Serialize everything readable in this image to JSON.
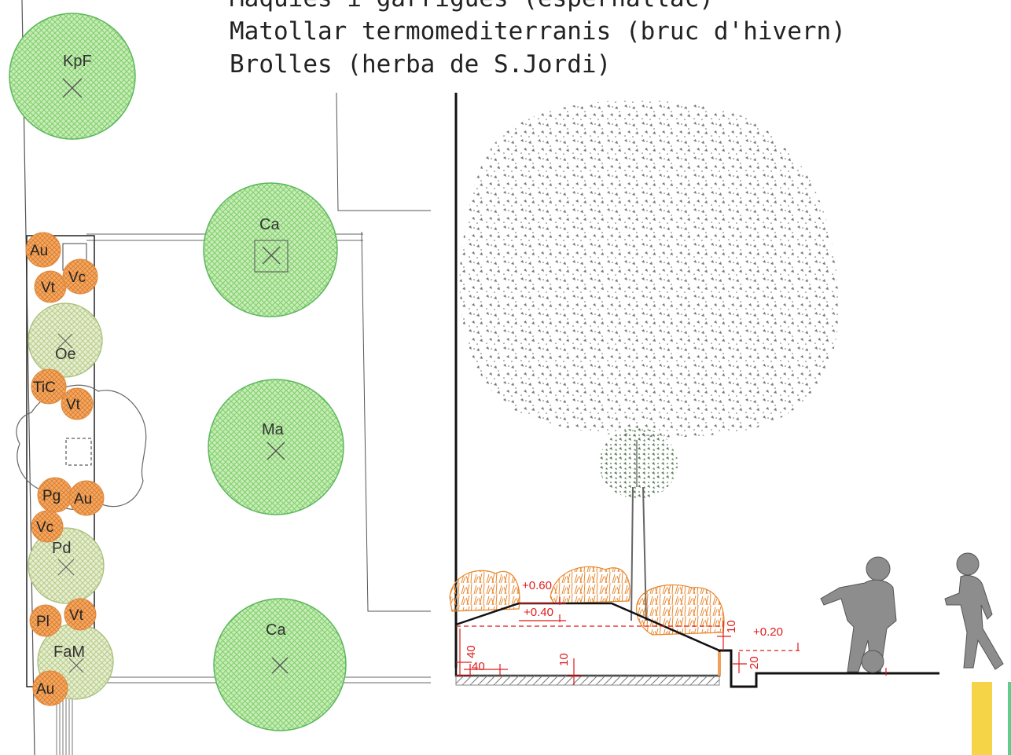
{
  "legend": {
    "lines": [
      "Maquies i garrigues (espernallac)",
      "Matollar termomediterranis (bruc d'hivern)",
      "Brolles (herba de S.Jordi)"
    ]
  },
  "plan": {
    "trees": [
      {
        "label": "KpF",
        "kind": "tree"
      },
      {
        "label": "Ca",
        "kind": "tree"
      },
      {
        "label": "Ma",
        "kind": "tree"
      },
      {
        "label": "Ca",
        "kind": "tree"
      },
      {
        "label": "Oe",
        "kind": "small-tree"
      },
      {
        "label": "Pd",
        "kind": "small-tree"
      },
      {
        "label": "FaM",
        "kind": "small-tree"
      }
    ],
    "shrubs": [
      "Au",
      "Vt",
      "Vc",
      "TiC",
      "Vt",
      "Pg",
      "Au",
      "Vc",
      "Pl",
      "Vt",
      "Au"
    ]
  },
  "section": {
    "dimensions": [
      "+0.60",
      "+0.40",
      "+0.20",
      "40",
      "40",
      "10",
      "10",
      "20"
    ]
  },
  "colors": {
    "tree_fill": "#b9e3a8",
    "tree_stroke": "#5cb85c",
    "small_tree_fill": "#dfeac3",
    "shrub_fill": "#f0a05a",
    "dimension": "#e01b1b",
    "figure": "#8d8d8d",
    "accent_yellow": "#f5d547",
    "accent_green": "#5ccf8c"
  }
}
